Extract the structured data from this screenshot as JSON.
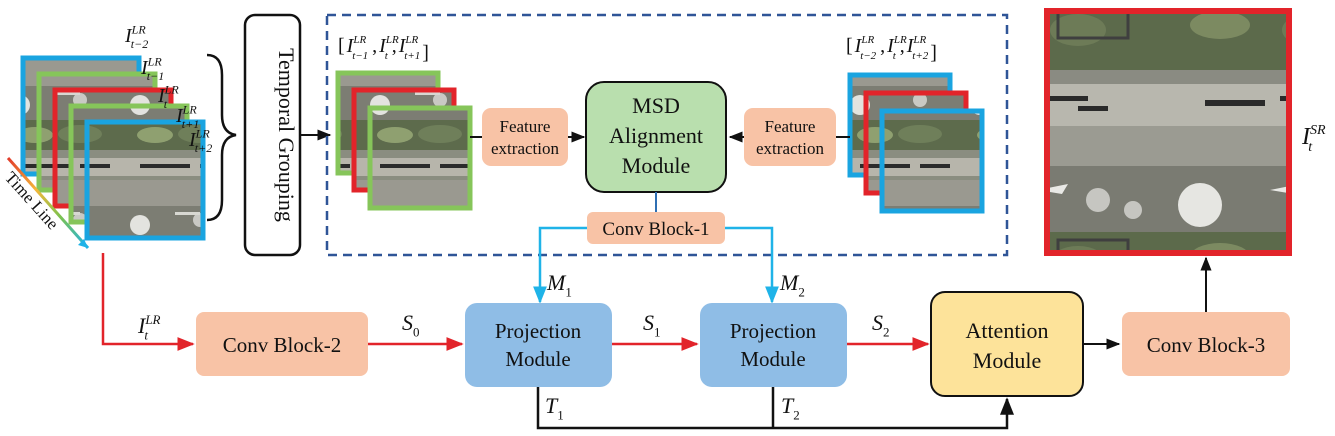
{
  "colors": {
    "salmon": "#f8c3a6",
    "blue_module": "#8fbde6",
    "green_module": "#b9dfae",
    "yellow_module": "#fde39a",
    "red_arrow": "#e2242a",
    "cyan_arrow": "#1fb3e8",
    "dashed_border": "#2f5597",
    "frame_blue": "#1aa4e0",
    "frame_green": "#86c55a",
    "frame_red": "#e2242a"
  },
  "input_stack": {
    "labels": [
      {
        "base": "I",
        "sub": "t−2",
        "sup": "LR"
      },
      {
        "base": "I",
        "sub": "t−1",
        "sup": "LR"
      },
      {
        "base": "I",
        "sub": "t",
        "sup": "LR"
      },
      {
        "base": "I",
        "sub": "t+1",
        "sup": "LR"
      },
      {
        "base": "I",
        "sub": "t+2",
        "sup": "LR"
      }
    ],
    "time_line_label": "Time Line"
  },
  "temporal_grouping": {
    "label": "Temporal Grouping"
  },
  "groups": {
    "left_label": "[I_{t−1}^{LR}, I_t^{LR}, I_{t+1}^{LR}]",
    "right_label": "[I_{t−2}^{LR}, I_t^{LR}, I_{t+2}^{LR}]"
  },
  "blocks": {
    "feature_extraction_left": [
      "Feature",
      "extraction"
    ],
    "feature_extraction_right": [
      "Feature",
      "extraction"
    ],
    "msd": [
      "MSD",
      "Alignment",
      "Module"
    ],
    "conv1": "Conv Block-1",
    "conv2": "Conv Block-2",
    "conv3": "Conv Block-3",
    "projection1": [
      "Projection",
      "Module"
    ],
    "projection2": [
      "Projection",
      "Module"
    ],
    "attention": [
      "Attention",
      "Module"
    ]
  },
  "signals": {
    "it_lr": {
      "base": "I",
      "sub": "t",
      "sup": "LR"
    },
    "s0": {
      "base": "S",
      "sub": "0"
    },
    "s1": {
      "base": "S",
      "sub": "1"
    },
    "s2": {
      "base": "S",
      "sub": "2"
    },
    "m1": {
      "base": "M",
      "sub": "1"
    },
    "m2": {
      "base": "M",
      "sub": "2"
    },
    "t1": {
      "base": "T",
      "sub": "1"
    },
    "t2": {
      "base": "T",
      "sub": "2"
    },
    "output": {
      "base": "I",
      "sub": "t",
      "sup": "SR"
    }
  }
}
